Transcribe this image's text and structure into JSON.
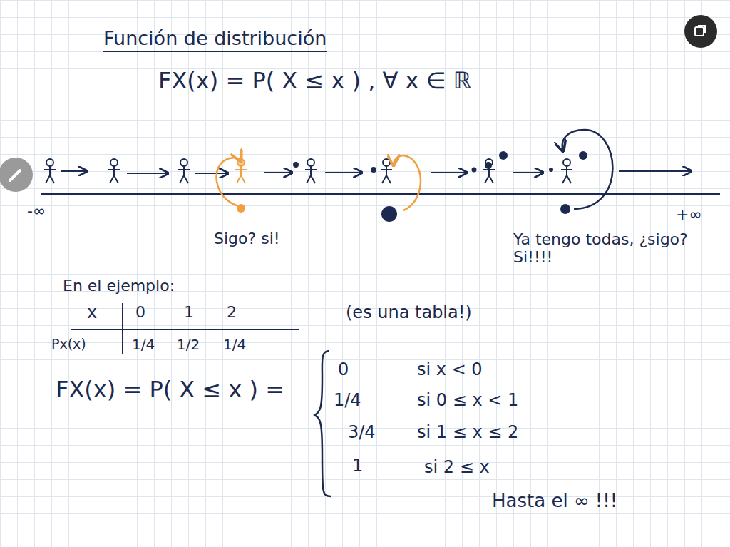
{
  "diagram": {
    "title": "Función de distribución",
    "labels": [
      "FX(x) = P( X ≤ x ) , ∀ x ∈ ℝ",
      "-∞",
      "+∞",
      "Sigo? si!",
      "Ya tengo todas, ¿sigo? Si!!!!",
      "En el ejemplo:",
      "x",
      "0",
      "1",
      "2",
      "(es una tabla!)",
      "Px(x)",
      "1/4",
      "1/2",
      "1/4",
      "FX(x) = P( X ≤ x ) =",
      "0",
      "si x < 0",
      "1/4",
      "si 0 ≤ x < 1",
      "3/4",
      "si 1 ≤ x ≤ 2",
      "1",
      "si 2 ≤ x",
      "Hasta el ∞ !!!"
    ]
  }
}
